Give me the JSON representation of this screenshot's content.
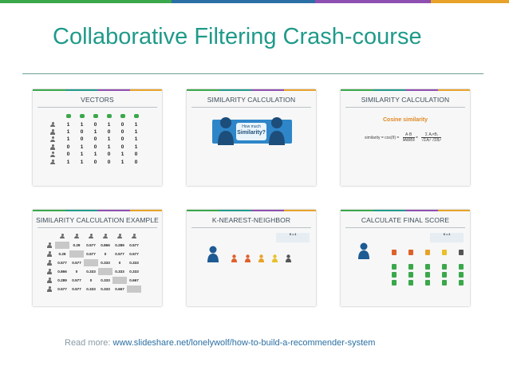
{
  "colors": {
    "accent": "#1f9a8a",
    "bar": [
      "#3aa84a",
      "#1f9a8a",
      "#2a6fa3",
      "#8e4fb0",
      "#e8a22a"
    ]
  },
  "slide": {
    "title": "Collaborative Filtering Crash-course"
  },
  "cards": [
    {
      "title": "VECTORS"
    },
    {
      "title": "SIMILARITY CALCULATION",
      "bubble_small": "How much",
      "bubble_big": "Similarity?"
    },
    {
      "title": "SIMILARITY CALCULATION",
      "subtitle": "Cosine similarity"
    },
    {
      "title": "SIMILARITY CALCULATION EXAMPLE"
    },
    {
      "title": "K-NEAREST-NEIGHBOR",
      "k_label": "K = 4"
    },
    {
      "title": "CALCULATE FINAL SCORE",
      "k_label": "K = 4"
    }
  ],
  "vectors": [
    [
      1,
      1,
      0,
      1,
      0,
      1
    ],
    [
      1,
      0,
      1,
      0,
      0,
      1
    ],
    [
      1,
      0,
      0,
      1,
      0,
      1
    ],
    [
      0,
      1,
      0,
      1,
      0,
      1
    ],
    [
      0,
      1,
      1,
      0,
      1,
      0
    ],
    [
      1,
      1,
      0,
      0,
      1,
      0
    ]
  ],
  "similarity_matrix": [
    [
      "",
      "0.29",
      "0.577",
      "0.866",
      "0.289",
      "0.577"
    ],
    [
      "0.29",
      "",
      "0.577",
      "0",
      "0.577",
      "0.577"
    ],
    [
      "0.577",
      "0.577",
      "",
      "0.333",
      "0",
      "0.333"
    ],
    [
      "0.866",
      "0",
      "0.333",
      "",
      "0.333",
      "0.333"
    ],
    [
      "0.289",
      "0.577",
      "0",
      "0.333",
      "",
      "0.667"
    ],
    [
      "0.577",
      "0.577",
      "0.333",
      "0.333",
      "0.667",
      ""
    ]
  ],
  "footer": {
    "prefix": "Read more: ",
    "link": "www.slideshare.net/lonelywolf/how-to-build-a-recommender-system"
  }
}
